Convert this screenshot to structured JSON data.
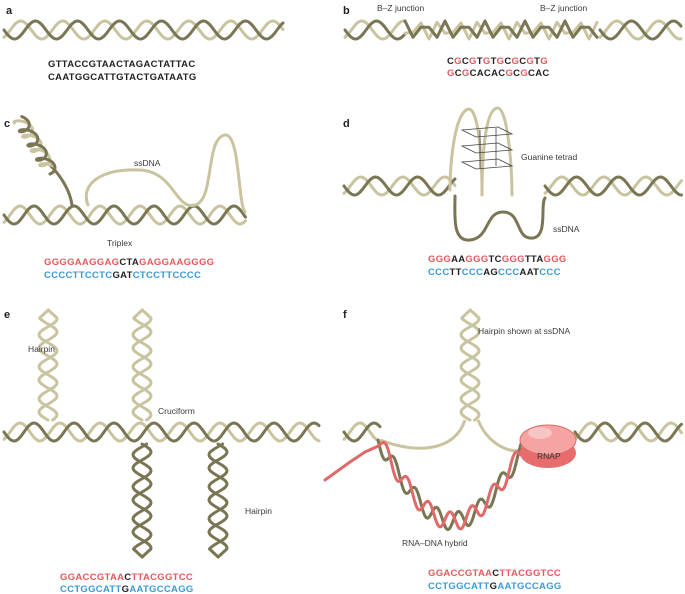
{
  "colors": {
    "strand_dark": "#7a7654",
    "strand_light": "#c9c49f",
    "rna": "#e06a6a",
    "rnap_fill": "#f08d8d",
    "seq_red": "#e8575a",
    "seq_blue": "#3a9ad9",
    "seq_black": "#231f20"
  },
  "panels": {
    "a": {
      "label": "a",
      "seq_top": "GTTACCGTAACTAGACTATTAC",
      "seq_bottom": "CAATGGCATTGTACTGATAATG"
    },
    "b": {
      "label": "b",
      "junction_left": "B–Z junction",
      "junction_right": "B–Z junction",
      "seq_top": [
        {
          "t": "C",
          "c": "black"
        },
        {
          "t": "G",
          "c": "red"
        },
        {
          "t": "C",
          "c": "black"
        },
        {
          "t": "G",
          "c": "red"
        },
        {
          "t": "T",
          "c": "black"
        },
        {
          "t": "G",
          "c": "red"
        },
        {
          "t": "T",
          "c": "black"
        },
        {
          "t": "G",
          "c": "red"
        },
        {
          "t": "C",
          "c": "black"
        },
        {
          "t": "G",
          "c": "red"
        },
        {
          "t": "C",
          "c": "black"
        },
        {
          "t": "G",
          "c": "red"
        },
        {
          "t": "T",
          "c": "black"
        },
        {
          "t": "G",
          "c": "red"
        }
      ],
      "seq_bottom": [
        {
          "t": "G",
          "c": "red"
        },
        {
          "t": "C",
          "c": "black"
        },
        {
          "t": "G",
          "c": "red"
        },
        {
          "t": "C",
          "c": "black"
        },
        {
          "t": "A",
          "c": "black"
        },
        {
          "t": "C",
          "c": "black"
        },
        {
          "t": "A",
          "c": "black"
        },
        {
          "t": "C",
          "c": "black"
        },
        {
          "t": "G",
          "c": "red"
        },
        {
          "t": "C",
          "c": "black"
        },
        {
          "t": "G",
          "c": "red"
        },
        {
          "t": "C",
          "c": "black"
        },
        {
          "t": "A",
          "c": "black"
        },
        {
          "t": "C",
          "c": "black"
        }
      ]
    },
    "c": {
      "label": "c",
      "ssdna_label": "ssDNA",
      "triplex_label": "Triplex",
      "seq_top": [
        {
          "t": "GGGGAAGGAG",
          "c": "red"
        },
        {
          "t": "CTA",
          "c": "black"
        },
        {
          "t": "GAGGAAGGGG",
          "c": "red"
        }
      ],
      "seq_bottom": [
        {
          "t": "CCCCTTCCTC",
          "c": "blue"
        },
        {
          "t": "GAT",
          "c": "black"
        },
        {
          "t": "CTCCTTCCCC",
          "c": "blue"
        }
      ]
    },
    "d": {
      "label": "d",
      "tetrad_label": "Guanine tetrad",
      "ssdna_label": "ssDNA",
      "seq_top": [
        {
          "t": "GGG",
          "c": "red"
        },
        {
          "t": "AA",
          "c": "black"
        },
        {
          "t": "GGG",
          "c": "red"
        },
        {
          "t": "TC",
          "c": "black"
        },
        {
          "t": "GGG",
          "c": "red"
        },
        {
          "t": "TTA",
          "c": "black"
        },
        {
          "t": "GGG",
          "c": "red"
        }
      ],
      "seq_bottom": [
        {
          "t": "CCC",
          "c": "blue"
        },
        {
          "t": "TT",
          "c": "black"
        },
        {
          "t": "CCC",
          "c": "blue"
        },
        {
          "t": "AG",
          "c": "black"
        },
        {
          "t": "CCC",
          "c": "blue"
        },
        {
          "t": "AAT",
          "c": "black"
        },
        {
          "t": "CCC",
          "c": "blue"
        }
      ]
    },
    "e": {
      "label": "e",
      "hairpin_top_label": "Hairpin",
      "cruciform_label": "Cruciform",
      "hairpin_bottom_label": "Hairpin",
      "seq_top": [
        {
          "t": "GGACCGTAA",
          "c": "red"
        },
        {
          "t": "C",
          "c": "black"
        },
        {
          "t": "TTACGGTCC",
          "c": "red"
        }
      ],
      "seq_bottom": [
        {
          "t": "CCTGGCATT",
          "c": "blue"
        },
        {
          "t": "G",
          "c": "black"
        },
        {
          "t": "AATGCCAGG",
          "c": "blue"
        }
      ]
    },
    "f": {
      "label": "f",
      "hairpin_label": "Hairpin shown at ssDNA",
      "rnap_label": "RNAP",
      "hybrid_label": "RNA–DNA hybrid",
      "seq_top": [
        {
          "t": "GGACCGTAA",
          "c": "red"
        },
        {
          "t": "C",
          "c": "black"
        },
        {
          "t": "TTACGGTCC",
          "c": "red"
        }
      ],
      "seq_bottom": [
        {
          "t": "CCTGGCATT",
          "c": "blue"
        },
        {
          "t": "G",
          "c": "black"
        },
        {
          "t": "AATGCCAGG",
          "c": "blue"
        }
      ]
    }
  }
}
